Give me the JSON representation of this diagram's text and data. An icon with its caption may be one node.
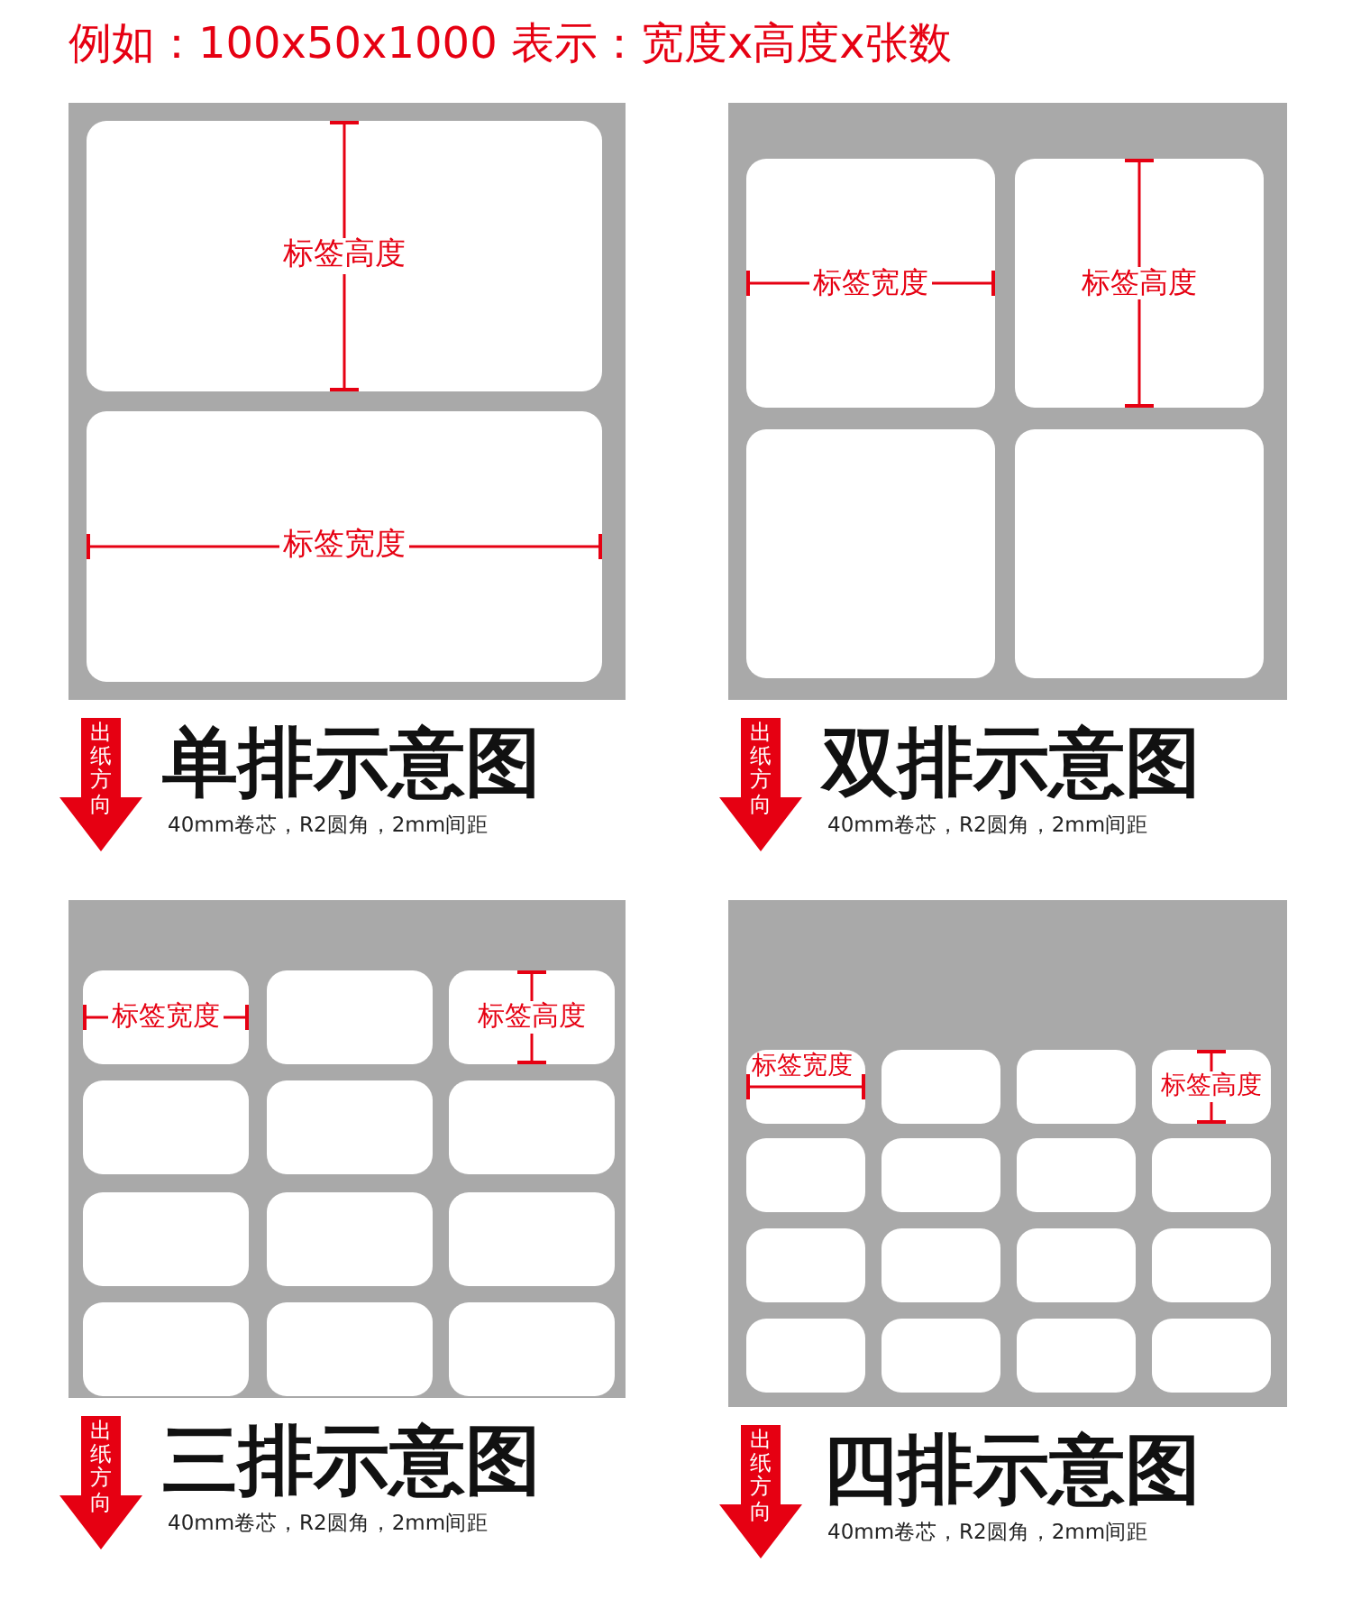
{
  "diagram": {
    "title": "例如：100x50x1000 表示：宽度x高度x张数",
    "nodes": [
      {
        "text": [],
        "shape": "box"
      },
      {
        "text": [
          "标签高度"
        ],
        "in": 0
      },
      {
        "text": [
          "标签宽度"
        ],
        "in": 0
      },
      {
        "text": [],
        "shape": "box"
      },
      {
        "text": [
          "标签宽度"
        ],
        "in": 3
      },
      {
        "text": [
          "标签高度"
        ],
        "in": 3
      },
      {
        "text": [],
        "shape": "box",
        "in": 3
      },
      {
        "text": [],
        "shape": "box",
        "in": 3
      },
      {
        "text": [],
        "shape": "box"
      },
      {
        "text": [
          "标签宽度"
        ],
        "in": 8
      },
      {
        "text": [],
        "shape": "box",
        "in": 8
      },
      {
        "text": [
          "标签高度"
        ],
        "in": 8
      },
      {
        "text": [],
        "shape": "box",
        "in": 8
      },
      {
        "text": [],
        "shape": "box",
        "in": 8
      },
      {
        "text": [],
        "shape": "box",
        "in": 8
      },
      {
        "text": [],
        "shape": "box",
        "in": 8
      },
      {
        "text": [],
        "shape": "box",
        "in": 8
      },
      {
        "text": [],
        "shape": "box",
        "in": 8
      },
      {
        "text": [],
        "shape": "box",
        "in": 8
      },
      {
        "text": [],
        "shape": "box",
        "in": 8
      },
      {
        "text": [],
        "shape": "box",
        "in": 8
      },
      {
        "text": [],
        "shape": "box"
      },
      {
        "text": [
          "标签宽度"
        ],
        "in": 21
      },
      {
        "text": [],
        "shape": "box",
        "in": 21
      },
      {
        "text": [],
        "shape": "box",
        "in": 21
      },
      {
        "text": [
          "标签高度"
        ],
        "in": 21
      },
      {
        "text": [],
        "shape": "box",
        "in": 21
      },
      {
        "text": [],
        "shape": "box",
        "in": 21
      },
      {
        "text": [],
        "shape": "box",
        "in": 21
      },
      {
        "text": [],
        "shape": "box",
        "in": 21
      },
      {
        "text": [],
        "shape": "box",
        "in": 21
      },
      {
        "text": [],
        "shape": "box",
        "in": 21
      },
      {
        "text": [],
        "shape": "box",
        "in": 21
      },
      {
        "text": [],
        "shape": "box",
        "in": 21
      },
      {
        "text": [],
        "shape": "box",
        "in": 21
      },
      {
        "text": [],
        "shape": "box",
        "in": 21
      },
      {
        "text": [],
        "shape": "box",
        "in": 21
      },
      {
        "text": [],
        "shape": "box",
        "in": 21
      }
    ],
    "labels": [
      "出纸方向",
      "单排示意图",
      "40mm卷芯，R2圆角，2mm间距",
      "出纸方向",
      "双排示意图",
      "40mm卷芯，R2圆角，2mm间距",
      "出纸方向",
      "三排示意图",
      "40mm卷芯，R2圆角，2mm间距",
      "出纸方向",
      "四排示意图",
      "40mm卷芯，R2圆角，2mm间距"
    ]
  }
}
